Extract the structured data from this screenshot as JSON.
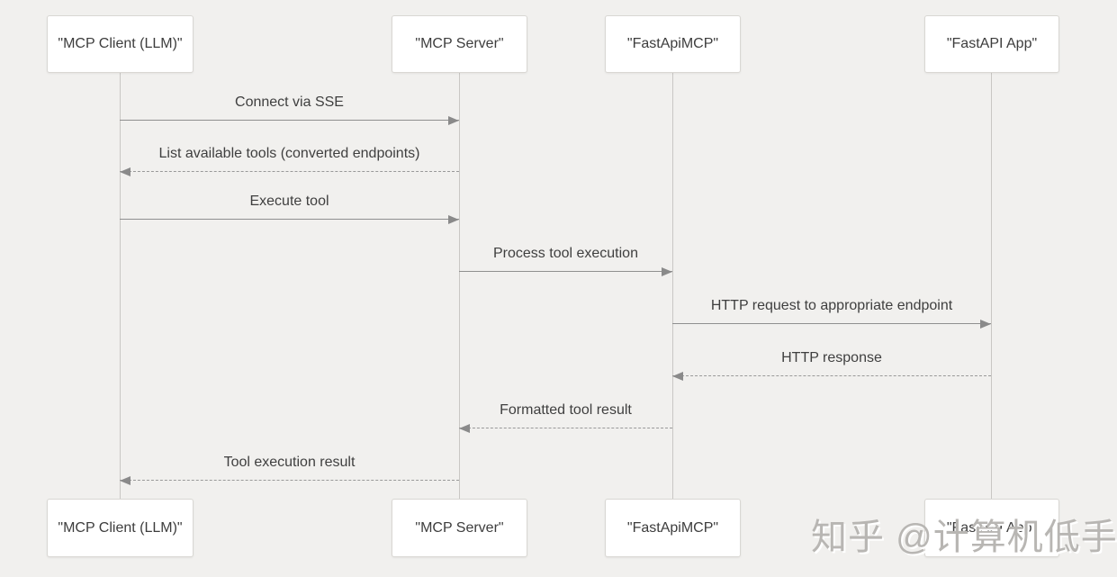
{
  "colors": {
    "background": "#f1f0ee",
    "box_fill": "#ffffff",
    "box_border": "#d9d7d3",
    "text": "#3d3d3d",
    "lifeline": "#c9c7c4",
    "message_line": "#8f8f8f",
    "arrowhead": "#8a8a8a",
    "watermark": "#b8b6b3"
  },
  "diagram": {
    "type": "sequence",
    "participants": [
      {
        "id": "mcp-client",
        "label": "\"MCP Client (LLM)\""
      },
      {
        "id": "mcp-server",
        "label": "\"MCP Server\""
      },
      {
        "id": "fastapimcp",
        "label": "\"FastApiMCP\""
      },
      {
        "id": "fastapi-app",
        "label": "\"FastAPI App\""
      }
    ],
    "messages": [
      {
        "from": "mcp-client",
        "to": "mcp-server",
        "label": "Connect via SSE",
        "style": "solid"
      },
      {
        "from": "mcp-server",
        "to": "mcp-client",
        "label": "List available tools (converted endpoints)",
        "style": "dashed"
      },
      {
        "from": "mcp-client",
        "to": "mcp-server",
        "label": "Execute tool",
        "style": "solid"
      },
      {
        "from": "mcp-server",
        "to": "fastapimcp",
        "label": "Process tool execution",
        "style": "solid"
      },
      {
        "from": "fastapimcp",
        "to": "fastapi-app",
        "label": "HTTP request to appropriate endpoint",
        "style": "solid"
      },
      {
        "from": "fastapi-app",
        "to": "fastapimcp",
        "label": "HTTP response",
        "style": "dashed"
      },
      {
        "from": "fastapimcp",
        "to": "mcp-server",
        "label": "Formatted tool result",
        "style": "dashed"
      },
      {
        "from": "mcp-server",
        "to": "mcp-client",
        "label": "Tool execution result",
        "style": "dashed"
      }
    ]
  },
  "watermark": {
    "text": "知乎 @计算机低手"
  }
}
